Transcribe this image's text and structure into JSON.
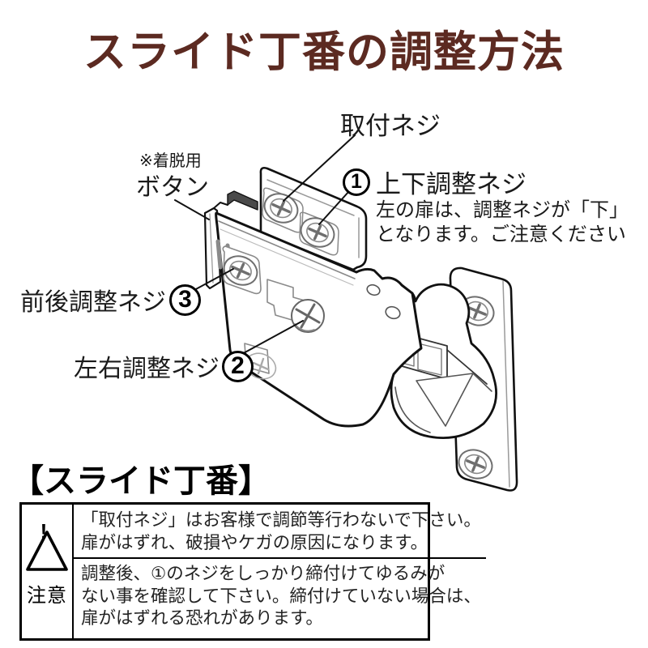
{
  "title": "スライド丁番の調整方法",
  "colors": {
    "title": "#5c2a21",
    "line": "#1a1a1a"
  },
  "diagram": {
    "labels": {
      "mounting_screw": "取付ネジ",
      "button_note": "※着脱用",
      "button": "ボタン",
      "num1": "1",
      "vertical_adjust": "上下調整ネジ",
      "vertical_note_line1": "左の扉は、調整ネジが「下」",
      "vertical_note_line2": "となります。ご注意ください",
      "front_back_adjust": "前後調整ネジ",
      "num3": "3",
      "left_right_adjust": "左右調整ネジ",
      "num2": "2"
    }
  },
  "section": {
    "heading": "【スライド丁番】"
  },
  "warning": {
    "exclamation": "!",
    "caution_label": "注意",
    "rows": [
      {
        "lines": [
          "「取付ネジ」はお客様で調節等行わないで下さい。",
          "扉がはずれ、破損やケガの原因になります。"
        ]
      },
      {
        "lines": [
          "調整後、①のネジをしっかり締付けてゆるみが",
          "ない事を確認して下さい。締付けていない場合は、",
          "扉がはずれる恐れがあります。"
        ]
      }
    ]
  }
}
